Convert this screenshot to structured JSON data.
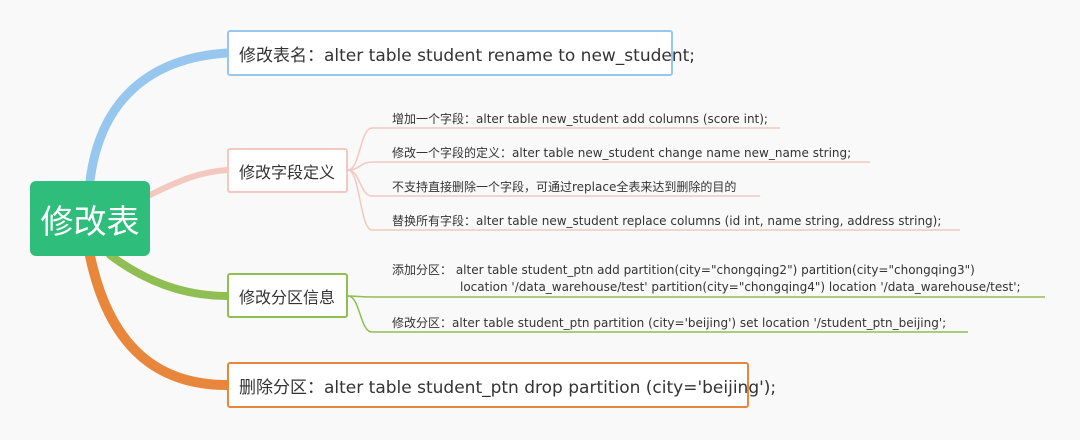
{
  "root": {
    "label": "修改表"
  },
  "branches": {
    "rename": {
      "label": "修改表名：alter table student rename to new_student;"
    },
    "fields": {
      "label": "修改字段定义",
      "items": [
        "增加一个字段：alter table new_student add columns (score int);",
        "修改一个字段的定义：alter table new_student change name new_name string;",
        "不支持直接删除一个字段，可通过replace全表来达到删除的目的",
        "替换所有字段：alter table new_student replace columns (id int, name string, address string);"
      ]
    },
    "partition": {
      "label": "修改分区信息",
      "add_line1": "添加分区：  alter table student_ptn add partition(city=\"chongqing2\") partition(city=\"chongqing3\")",
      "add_line2": "location '/data_warehouse/test' partition(city=\"chongqing4\") location '/data_warehouse/test';",
      "modify": "修改分区：alter table student_ptn partition (city='beijing') set location '/student_ptn_beijing';"
    },
    "drop": {
      "label": "删除分区：alter table student_ptn drop partition (city='beijing');"
    }
  },
  "colors": {
    "root": "#2ebd7b",
    "blue": "#97c7ee",
    "pink": "#f2c8bf",
    "green": "#8fbe52",
    "orange": "#e8873b"
  }
}
